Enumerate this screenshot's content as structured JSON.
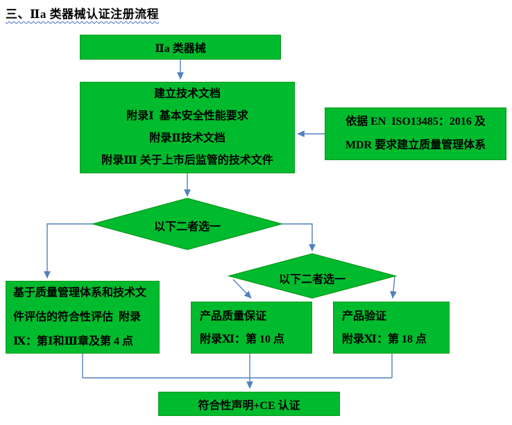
{
  "title": "三、Ⅱa 类器械认证注册流程",
  "colors": {
    "node_fill": "#00bb2d",
    "node_border": "#089a1c",
    "arrow_color": "#4f81bd",
    "text_color": "#000000",
    "underline_color": "#4169c9"
  },
  "nodes": {
    "device": {
      "label": "Ⅱa 类器械"
    },
    "techdoc": {
      "lines": [
        "建立技术文档",
        "附录Ⅰ  基本安全性能要求",
        "附录Ⅱ技术文档",
        "附录Ⅲ 关于上市后监管的技术文件"
      ]
    },
    "qms": {
      "lines": [
        "依据 EN  ISO13485：2016 及",
        "MDR 要求建立质量管理体系"
      ]
    },
    "choice1": {
      "label": "以下二者选一"
    },
    "choice2": {
      "label": "以下二者选一"
    },
    "conformity": {
      "lines": [
        "基于质量管理体系和技术文",
        "件评估的符合性评估  附录",
        "Ⅸ：第Ⅰ和Ⅲ章及第 4 点"
      ]
    },
    "quality": {
      "lines": [
        "产品质量保证",
        "附录Ⅺ：第 10 点"
      ]
    },
    "verification": {
      "lines": [
        "产品验证",
        "附录Ⅺ：第 18 点"
      ]
    },
    "declaration": {
      "label": "符合性声明+CE 认证"
    }
  }
}
